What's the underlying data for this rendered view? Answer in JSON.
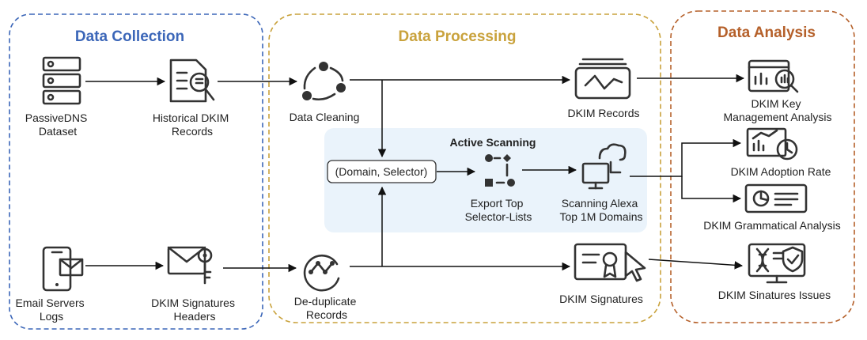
{
  "sections": {
    "collection": "Data Collection",
    "processing": "Data Processing",
    "analysis": "Data Analysis"
  },
  "active_scanning": "Active Scanning",
  "nodes": {
    "passivedns": [
      "PassiveDNS",
      "Dataset"
    ],
    "historical": [
      "Historical DKIM",
      "Records"
    ],
    "email_servers": [
      "Email Servers",
      "Logs"
    ],
    "dkim_headers": [
      "DKIM Signatures",
      "Headers"
    ],
    "data_cleaning": [
      "Data Cleaning"
    ],
    "dedup": [
      "De-duplicate",
      "Records"
    ],
    "domain_selector": "(Domain, Selector)",
    "export_top": [
      "Export Top",
      "Selector-Lists"
    ],
    "scanning": [
      "Scanning Alexa",
      "Top 1M Domains"
    ],
    "dkim_records": [
      "DKIM Records"
    ],
    "dkim_signatures": [
      "DKIM Signatures"
    ],
    "key_mgmt": [
      "DKIM Key",
      "Management Analysis"
    ],
    "adoption": [
      "DKIM Adoption Rate"
    ],
    "grammatical": [
      "DKIM Grammatical Analysis"
    ],
    "issues": [
      "DKIM Sinatures Issues"
    ]
  },
  "colors": {
    "collection": "#3b66b8",
    "processing": "#c9a23c",
    "analysis": "#b5602a",
    "scan_bg": "#eaf3fb"
  }
}
